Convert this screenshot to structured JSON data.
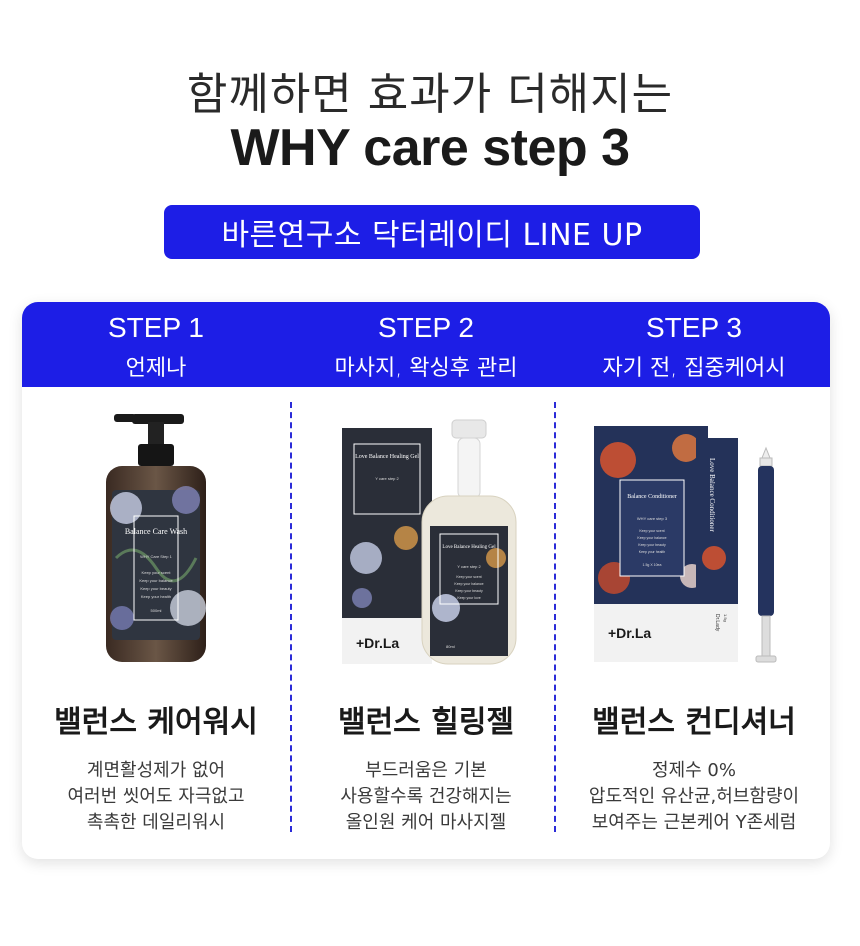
{
  "header": {
    "headline": "함께하면 효과가 더해지는",
    "title": "WHY care step 3",
    "badge": "바른연구소 닥터레이디 LINE UP"
  },
  "colors": {
    "accent": "#1d1ee6",
    "divider": "#2b2bd8"
  },
  "steps": [
    {
      "label": "STEP 1",
      "sub": "언제나",
      "product_name": "밸런스 케어워시",
      "desc": [
        "계면활성제가 없어",
        "여러번 씻어도 자극없고",
        "촉촉한 데일리워시"
      ],
      "image_text": {
        "name": "Balance Care Wash",
        "tag": "WHY Care Step 1",
        "lines": [
          "Keep your scent",
          "Keep your balance",
          "Keep your beauty",
          "Keep your health"
        ],
        "volume": "500ml"
      }
    },
    {
      "label": "STEP 2",
      "sub": "마사지, 왁싱후 관리",
      "product_name": "밸런스 힐링젤",
      "desc": [
        "부드러움은 기본",
        "사용할수록 건강해지는",
        "올인원 케어 마사지젤"
      ],
      "image_text": {
        "name": "Love Balance Healing Gel",
        "tag": "Y care step 2",
        "lines": [
          "Keep your scent",
          "Keep your balance",
          "Keep your beauty",
          "Keep your love"
        ],
        "volume": "80ml",
        "brand": "+Dr.La"
      }
    },
    {
      "label": "STEP 3",
      "sub": "자기 전, 집중케어시",
      "product_name": "밸런스 컨디셔너",
      "desc": [
        "정제수 0%",
        "압도적인 유산균,허브함량이",
        "보여주는 근본케어 Y존세럼"
      ],
      "image_text": {
        "name": "Balance Conditioner",
        "tag": "WHY care step 3",
        "lines": [
          "Keep your scent",
          "Keep your balance",
          "Keep your beauty",
          "Keep your health"
        ],
        "volume": "1.5g X 10ea",
        "brand": "+Dr.La",
        "sachet": "Love Balance Conditioner",
        "sachet_brand": "Dr.Lady",
        "sachet_volume": "1.5g"
      }
    }
  ]
}
